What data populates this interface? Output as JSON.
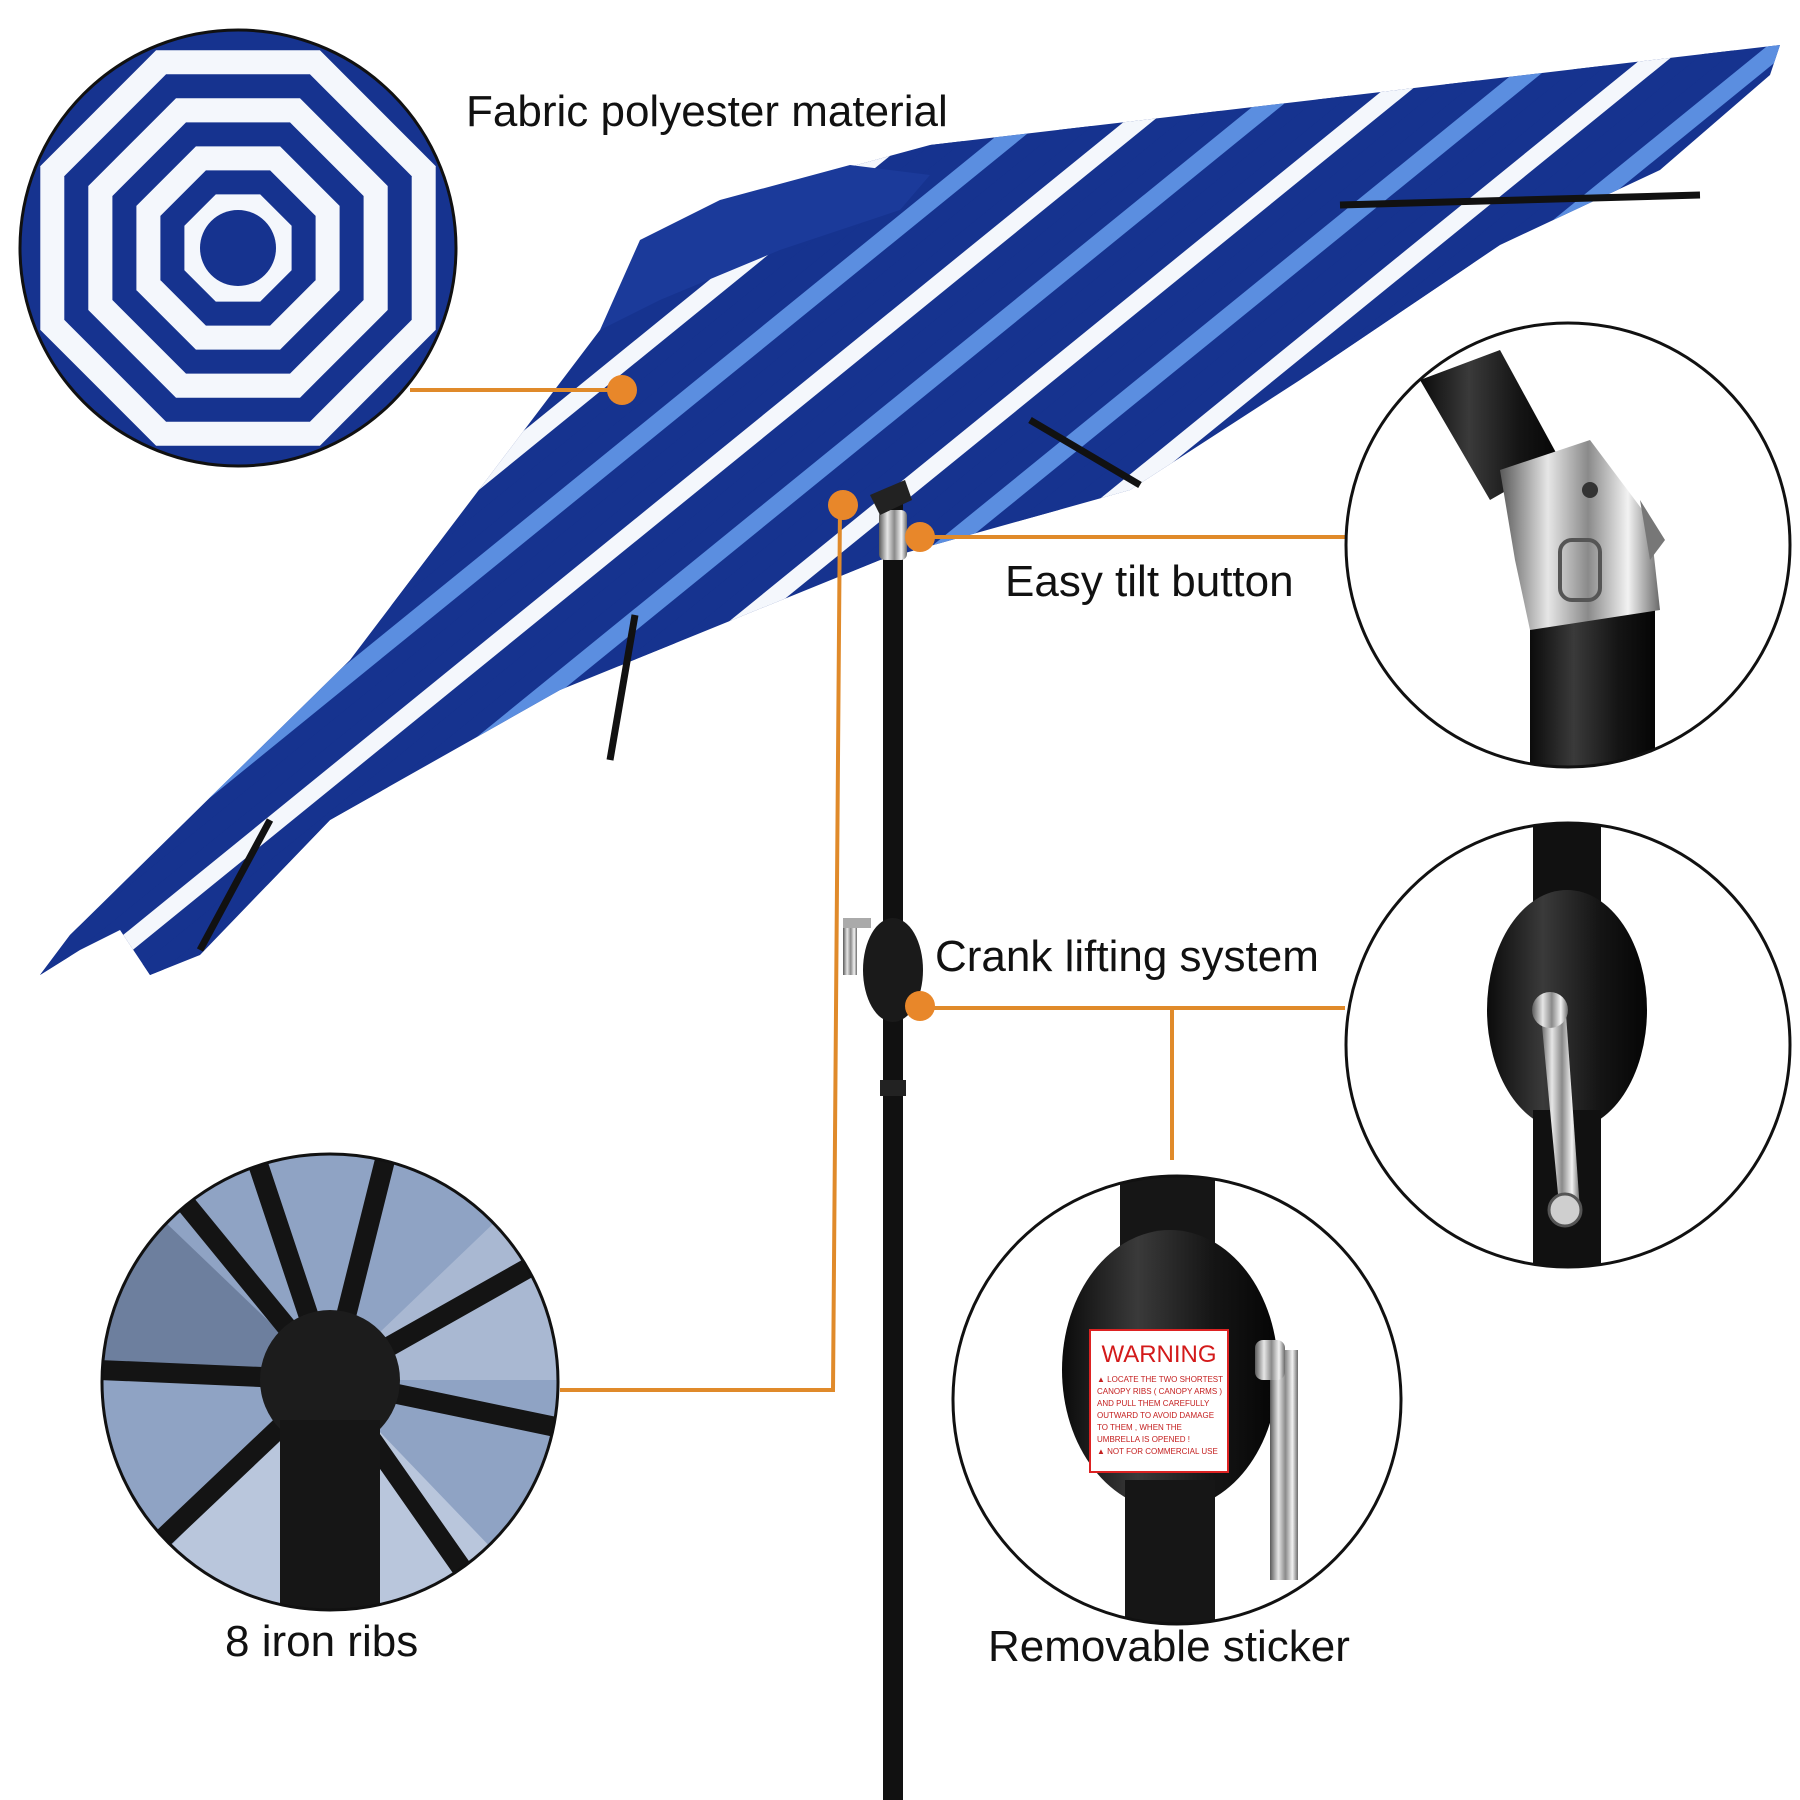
{
  "labels": {
    "fabric": "Fabric polyester material",
    "tilt": "Easy tilt button",
    "crank": "Crank lifting system",
    "ribs": "8 iron ribs",
    "sticker": "Removable sticker"
  },
  "warning_sticker": {
    "title": "WARNING",
    "lines": [
      "▲ LOCATE THE TWO SHORTEST",
      "CANOPY RIBS ( CANOPY ARMS )",
      "AND PULL THEM CAREFULLY",
      "OUTWARD TO AVOID DAMAGE",
      "TO THEM , WHEN THE",
      "UMBRELLA IS OPENED !",
      "▲ NOT FOR COMMERCIAL USE"
    ]
  },
  "colors": {
    "canopy_navy": "#16338f",
    "canopy_light": "#5b8ee0",
    "canopy_white": "#f4f7fc",
    "pole": "#111111",
    "leader_line": "#e08a2a"
  }
}
